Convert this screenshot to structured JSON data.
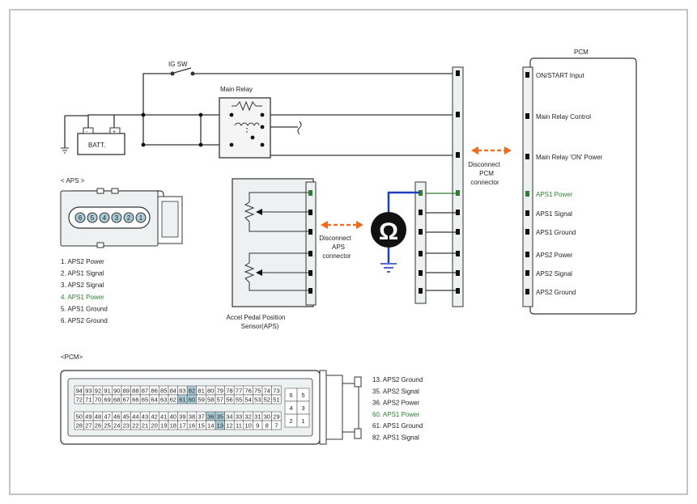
{
  "colors": {
    "line": "#333333",
    "highlight": "#2e7d32",
    "probe_wire": "#1f3fbf",
    "arrow": "#ee6a1c",
    "teal_cell": "#a9ccd8",
    "panel_fill": "#eef1f1"
  },
  "labels": {
    "ig_sw": "IG SW",
    "main_relay": "Main Relay",
    "batt": "BATT.",
    "batt_minus": "-",
    "batt_plus": "+",
    "pcm": "PCM",
    "disconnect_pcm": [
      "Disconnect",
      "PCM",
      "connector"
    ],
    "disconnect_aps": [
      "Disconnect",
      "APS",
      "connector"
    ],
    "aps_sensor": [
      "Accel Pedal Position",
      "Sensor(APS)"
    ],
    "ohm_symbol": "Ω",
    "aps_heading": "< APS   >",
    "pcm_heading": "<PCM>"
  },
  "pcm_pins": [
    {
      "label": "ON/START Input",
      "highlight": false
    },
    {
      "label": "Main Relay Control",
      "highlight": false
    },
    {
      "label": "Main Relay 'ON' Power",
      "highlight": false
    },
    {
      "label": "APS1 Power",
      "highlight": true
    },
    {
      "label": "APS1 Signal",
      "highlight": false
    },
    {
      "label": "APS1 Ground",
      "highlight": false
    },
    {
      "label": "APS2 Power",
      "highlight": false
    },
    {
      "label": "APS2 Signal",
      "highlight": false
    },
    {
      "label": "APS2 Ground",
      "highlight": false
    }
  ],
  "aps_connector_pins": [
    "6",
    "5",
    "4",
    "3",
    "2",
    "1"
  ],
  "aps_pin_list": [
    {
      "label": "1. APS2 Power",
      "highlight": false
    },
    {
      "label": "2. APS1 Signal",
      "highlight": false
    },
    {
      "label": "3. APS2 Signal",
      "highlight": false
    },
    {
      "label": "4. APS1 Power",
      "highlight": true
    },
    {
      "label": "5. APS1 Ground",
      "highlight": false
    },
    {
      "label": "6. APS2 Ground",
      "highlight": false
    }
  ],
  "pcm_connector": {
    "rows": [
      [
        "94",
        "93",
        "92",
        "91",
        "90",
        "89",
        "88",
        "87",
        "86",
        "85",
        "84",
        "83",
        "82",
        "81",
        "80",
        "79",
        "78",
        "77",
        "76",
        "75",
        "74",
        "73"
      ],
      [
        "72",
        "71",
        "70",
        "69",
        "68",
        "67",
        "66",
        "65",
        "64",
        "63",
        "62",
        "61",
        "60",
        "59",
        "58",
        "57",
        "56",
        "55",
        "54",
        "53",
        "52",
        "51"
      ],
      [
        "50",
        "49",
        "48",
        "47",
        "46",
        "45",
        "44",
        "43",
        "42",
        "41",
        "40",
        "39",
        "38",
        "37",
        "36",
        "35",
        "34",
        "33",
        "32",
        "31",
        "30",
        "29"
      ],
      [
        "28",
        "27",
        "26",
        "25",
        "24",
        "23",
        "22",
        "21",
        "20",
        "19",
        "18",
        "17",
        "16",
        "15",
        "14",
        "13",
        "12",
        "11",
        "10",
        "9",
        "8",
        "7"
      ]
    ],
    "highlighted": [
      "82",
      "61",
      "60",
      "36",
      "35",
      "13"
    ],
    "side_block": [
      [
        "6",
        "5"
      ],
      [
        "4",
        "3"
      ],
      [
        "2",
        "1"
      ]
    ]
  },
  "pcm_connector_legend": [
    {
      "label": "13. APS2 Ground",
      "highlight": false
    },
    {
      "label": "35. APS2 Signal",
      "highlight": false
    },
    {
      "label": "36. APS2 Power",
      "highlight": false
    },
    {
      "label": "60. APS1 Power",
      "highlight": true
    },
    {
      "label": "61. APS1 Ground",
      "highlight": false
    },
    {
      "label": "82. APS1 Signal",
      "highlight": false
    }
  ]
}
